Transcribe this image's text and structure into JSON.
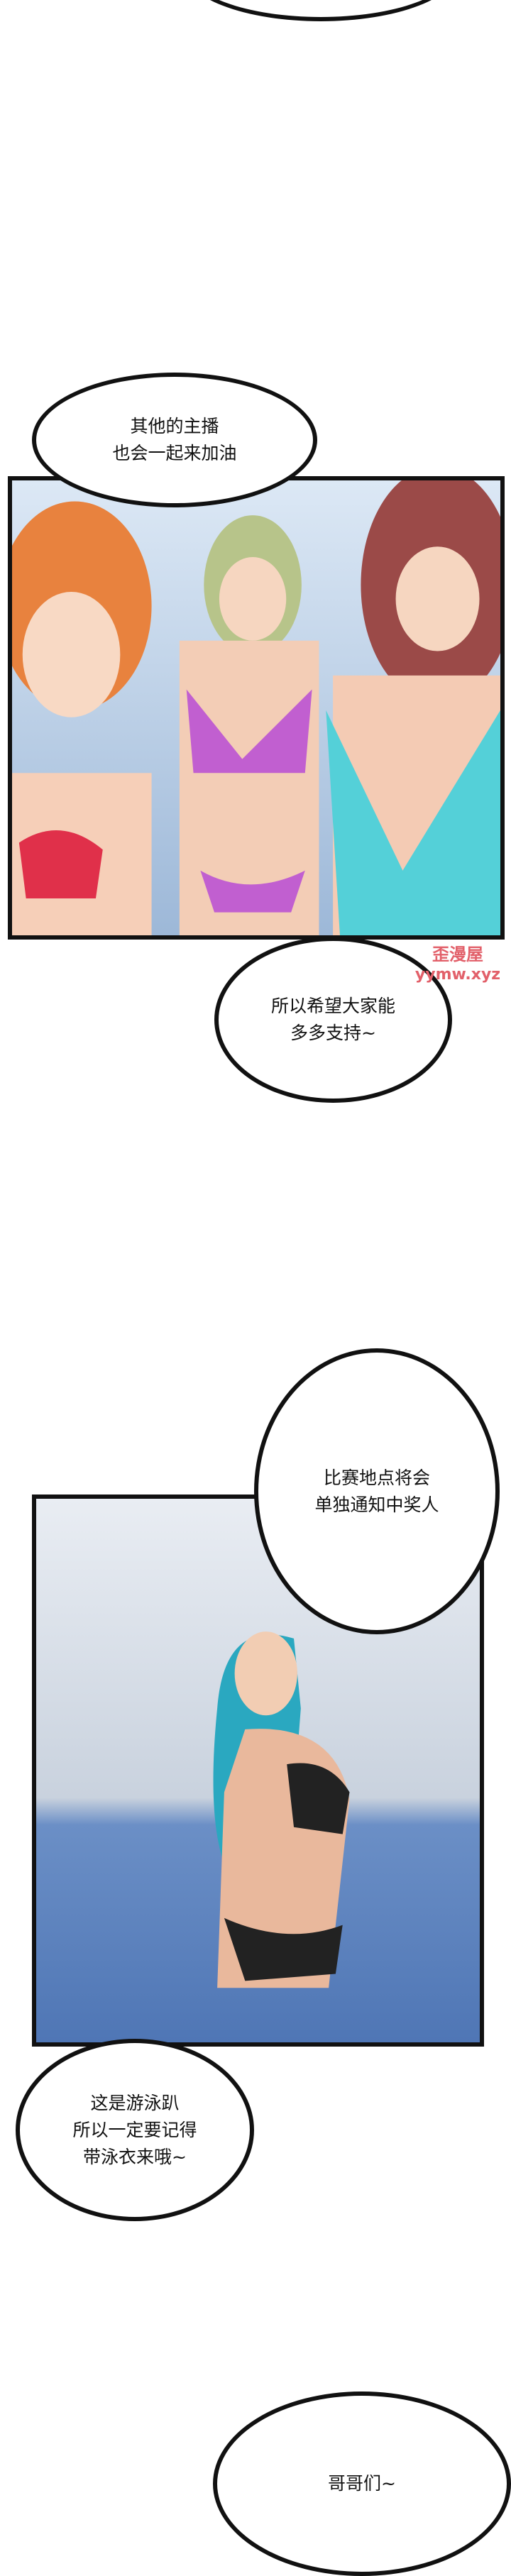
{
  "bubbles": [
    {
      "lines": [
        "其他的主播",
        "也会一起来加油"
      ]
    },
    {
      "lines": [
        "所以希望大家能",
        "多多支持~"
      ]
    },
    {
      "lines": [
        "比赛地点将会",
        "单独通知中奖人"
      ]
    },
    {
      "lines": [
        "这是游泳趴",
        "所以一定要记得",
        "带泳衣来哦~"
      ]
    },
    {
      "lines": [
        "哥哥们~"
      ]
    }
  ],
  "watermark": {
    "name": "歪漫屋",
    "url": "yymw.xyz"
  },
  "colors": {
    "panel_border": "#111111",
    "watermark": "#e2606a"
  }
}
